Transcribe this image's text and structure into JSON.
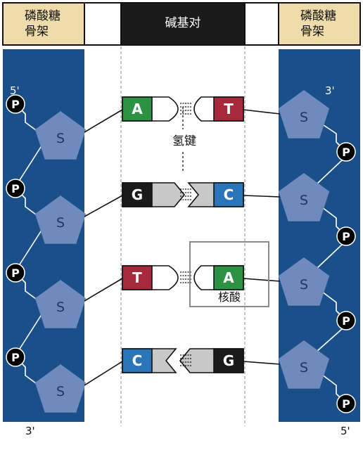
{
  "header": {
    "left_backbone": "磷酸糖骨架",
    "bases_title": "碱基对",
    "right_backbone": "磷酸糖骨架"
  },
  "strands": {
    "left_top_end": "5'",
    "left_bottom_end": "3'",
    "right_top_end": "3'",
    "right_bottom_end": "5'"
  },
  "labels": {
    "hydrogen_bond": "氢键",
    "nucleotide": "核酸"
  },
  "symbols": {
    "phosphate": "P",
    "sugar": "S"
  },
  "pairs": [
    {
      "left": "A",
      "right": "T"
    },
    {
      "left": "G",
      "right": "C"
    },
    {
      "left": "T",
      "right": "A"
    },
    {
      "left": "C",
      "right": "G"
    }
  ],
  "colors": {
    "backbone": "#1b4f8a",
    "sugar": "#6f8bbd",
    "header_bg": "#efdcaa",
    "title_bg": "#1a1a1a",
    "A": "#2e9245",
    "T": "#a8283c",
    "G": "#1a1a1a",
    "C": "#2a74b8",
    "gray_base": "#c8c8c8"
  }
}
